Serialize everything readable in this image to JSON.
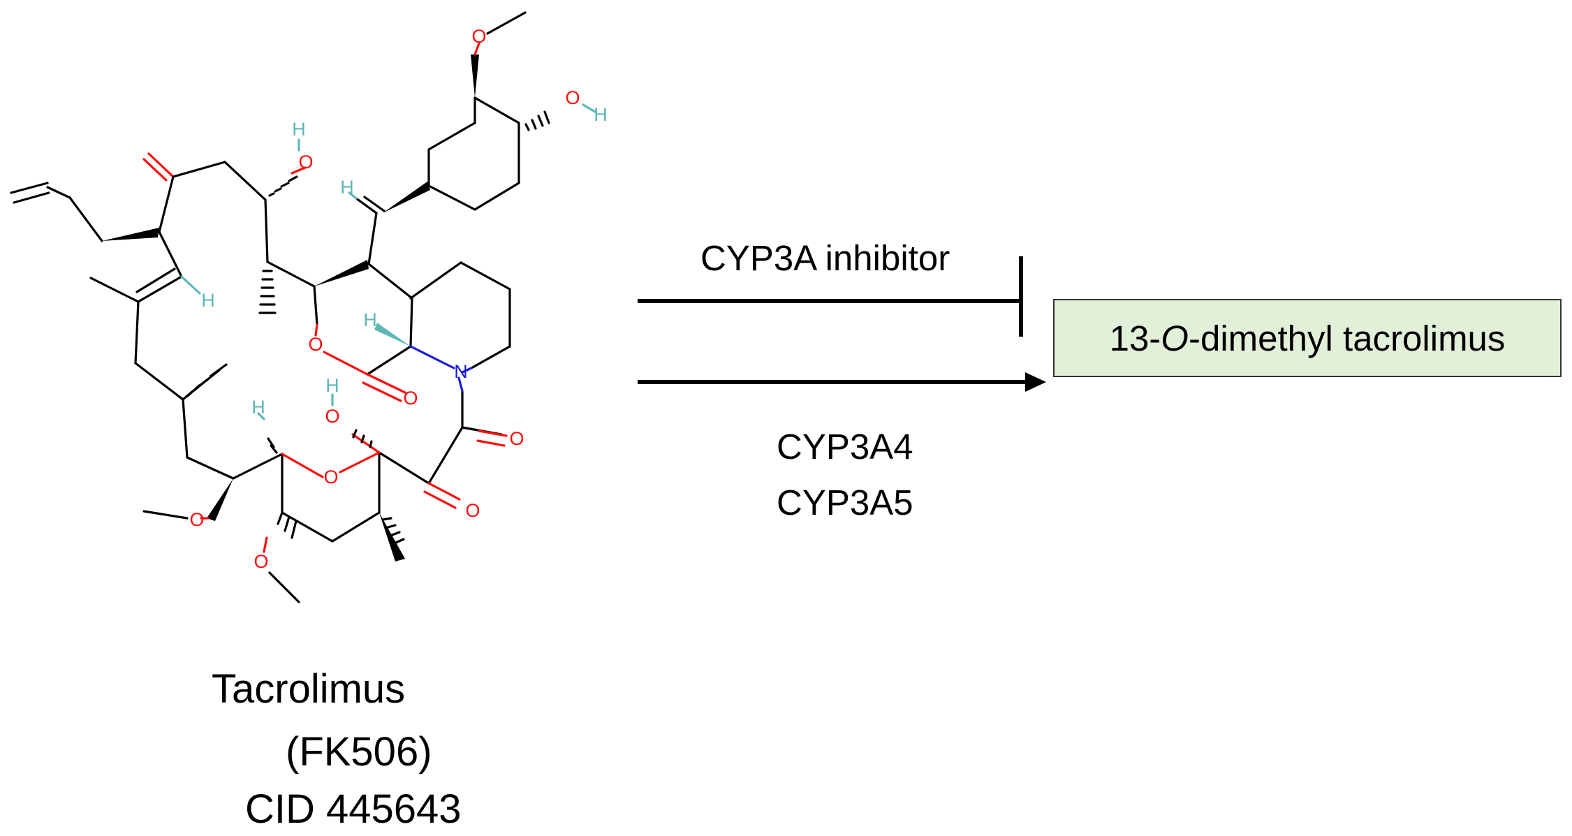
{
  "colors": {
    "bond": "#000000",
    "oxygen": "#ff0d0d",
    "hydrogen": "#5fb7b7",
    "nitrogen": "#1b1bd9",
    "metabolite_fill": "#e2efd9"
  },
  "molecule": {
    "atom_O": "O",
    "atom_H": "H",
    "atom_N": "N"
  },
  "drug": {
    "name": "Tacrolimus",
    "alias": "(FK506)",
    "cid": "CID 445643"
  },
  "pathway": {
    "inhibitor_label": "CYP3A inhibitor",
    "enzymes": [
      "CYP3A4",
      "CYP3A5"
    ],
    "metabolite": {
      "prefix": "13-",
      "italic": "O",
      "suffix": "-dimethyl tacrolimus"
    }
  }
}
